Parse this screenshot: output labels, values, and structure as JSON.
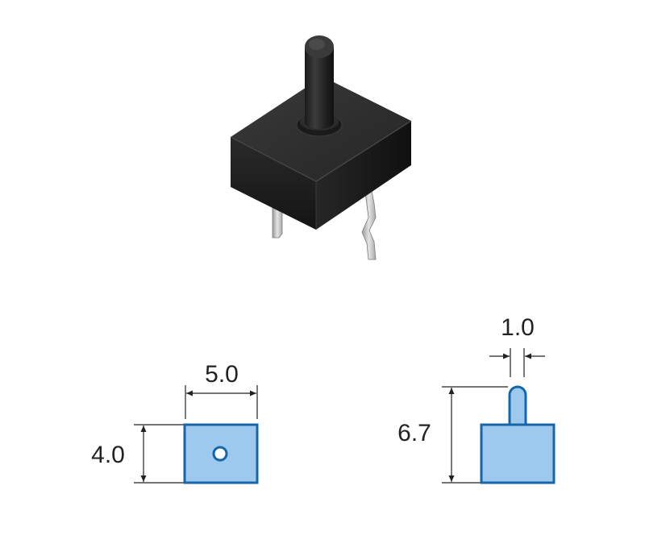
{
  "colors": {
    "fill": "#9ec9ef",
    "stroke": "#1565a8",
    "dimension": "#222222",
    "body_dark": "#1e1e1e",
    "body_top": "#2e2e2e",
    "pin": "#d0d0d0"
  },
  "product_image": {
    "icon": "tactile-switch-3d-render"
  },
  "top_view": {
    "width_label": "5.0",
    "height_label": "4.0",
    "icon": "round-actuator-top-view"
  },
  "side_view": {
    "actuator_width_label": "1.0",
    "total_height_label": "6.7",
    "icon": "switch-side-profile"
  }
}
